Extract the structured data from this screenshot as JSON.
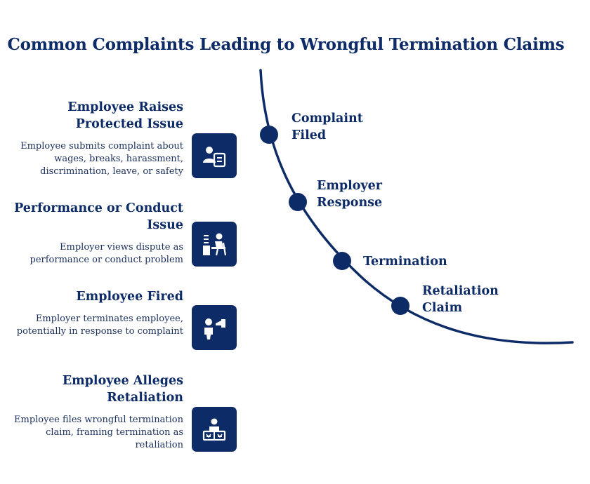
{
  "title": "Common Complaints Leading to Wrongful Termination Claims",
  "steps": [
    {
      "title": "Employee Raises Protected Issue",
      "description": "Employee submits complaint about wages, breaks, harassment, discrimination, leave, or safety",
      "icon": "employee-document-icon"
    },
    {
      "title": "Performance or Conduct Issue",
      "description": "Employer views dispute as performance or conduct problem",
      "icon": "desk-worker-icon"
    },
    {
      "title": "Employee Fired",
      "description": "Employer terminates employee, potentially in response to complaint",
      "icon": "person-pointed-at-icon"
    },
    {
      "title": "Employee Alleges Retaliation",
      "description": "Employee files wrongful termination claim, framing termination as retaliation",
      "icon": "legal-scales-icon"
    }
  ],
  "stages": [
    "Complaint Filed",
    "Employer Response",
    "Termination",
    "Retaliation Claim"
  ],
  "colors": {
    "primary": "#0d2b66",
    "text": "#1a2f5c",
    "background": "#ffffff"
  }
}
